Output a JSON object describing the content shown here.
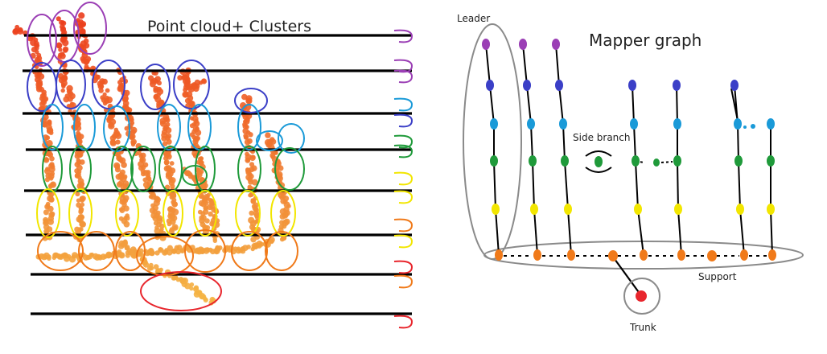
{
  "titles": {
    "left": "Point cloud+ Clusters",
    "right": "Mapper graph"
  },
  "annotations": {
    "leader": "Leader",
    "side_branch": "Side branch",
    "support": "Support",
    "trunk": "Trunk"
  },
  "colors": {
    "purple": "#9b3fb5",
    "blue": "#3b3fc7",
    "light_blue": "#1a9ad8",
    "green": "#1f9a3a",
    "yellow": "#f2e600",
    "orange": "#f07a1a",
    "red": "#e8262d",
    "point_orange": "#f0a040",
    "point_red": "#e8401c",
    "line": "#000000",
    "callout": "#8a8a8a"
  },
  "levels": [
    "purple",
    "blue",
    "light_blue",
    "green",
    "yellow",
    "orange",
    "red"
  ]
}
